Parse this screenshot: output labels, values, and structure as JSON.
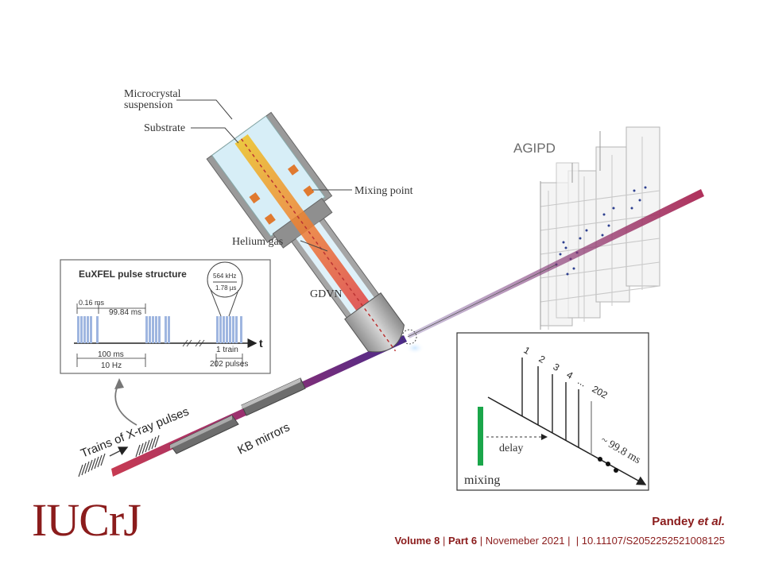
{
  "labels": {
    "microcrystal": [
      "Microcrystal",
      "suspension"
    ],
    "substrate": "Substrate",
    "mixing_point": "Mixing point",
    "helium_gas": "Helium gas",
    "gdvn": "GDVN",
    "agipd": "AGIPD",
    "kb_mirrors": "KB mirrors",
    "xray_trains": "Trains of X-ray pulses"
  },
  "pulse_inset": {
    "title": "EuXFEL pulse structure",
    "t_016": "0.16 ms",
    "t_9984": "99.84 ms",
    "rate_khz": "564 kHz",
    "spacing": "1.78 µs",
    "period": "100 ms",
    "freq": "10 Hz",
    "train": "1 train",
    "pulses": "202 pulses",
    "axis": "t"
  },
  "delay_inset": {
    "pulse_labels": [
      "1",
      "2",
      "3",
      "4",
      "...",
      "202"
    ],
    "delay": "delay",
    "duration": "~ 99.8 ms",
    "mixing": "mixing"
  },
  "footer": {
    "logo": "IUCrJ",
    "author_name": "Pandey",
    "author_suffix": "et al.",
    "volume": "Volume 8",
    "part": "Part 6",
    "date": "Novemeber 2021",
    "doi": "10.11107/S2052252521008125",
    "sep": "|"
  },
  "colors": {
    "brand": "#8b1c1c",
    "mixing_bar": "#1aa64a",
    "beam_red": "#b02040",
    "beam_purple": "#5a2a8a",
    "pulse_blue": "#9fb6e0"
  }
}
